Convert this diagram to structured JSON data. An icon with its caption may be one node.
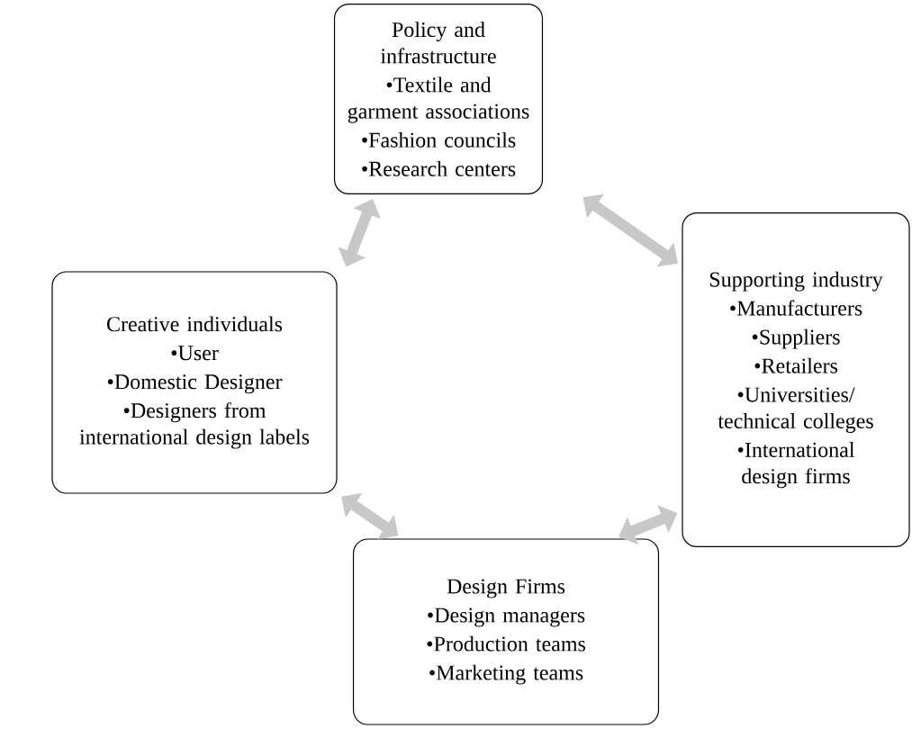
{
  "diagram": {
    "nodes": [
      {
        "text": [
          "Policy and infrastructure",
          "•Textile and garment associations",
          "•Fashion councils",
          "•Research centers"
        ]
      },
      {
        "text": [
          "Creative individuals",
          "•User",
          "•Domestic Designer",
          "•Designers from international design labels"
        ]
      },
      {
        "text": [
          "Supporting industry",
          "•Manufacturers",
          "•Suppliers",
          "•Retailers",
          "•Universities/ technical colleges",
          "•International design firms"
        ]
      },
      {
        "text": [
          "Design Firms",
          "•Design managers",
          "•Production teams",
          "•Marketing teams"
        ]
      }
    ],
    "edges": [
      {
        "from": 1,
        "to": 0,
        "arrow": "both"
      },
      {
        "from": 0,
        "to": 2,
        "arrow": "both"
      },
      {
        "from": 1,
        "to": 3,
        "arrow": "both"
      },
      {
        "from": 2,
        "to": 3,
        "arrow": "both"
      }
    ]
  }
}
